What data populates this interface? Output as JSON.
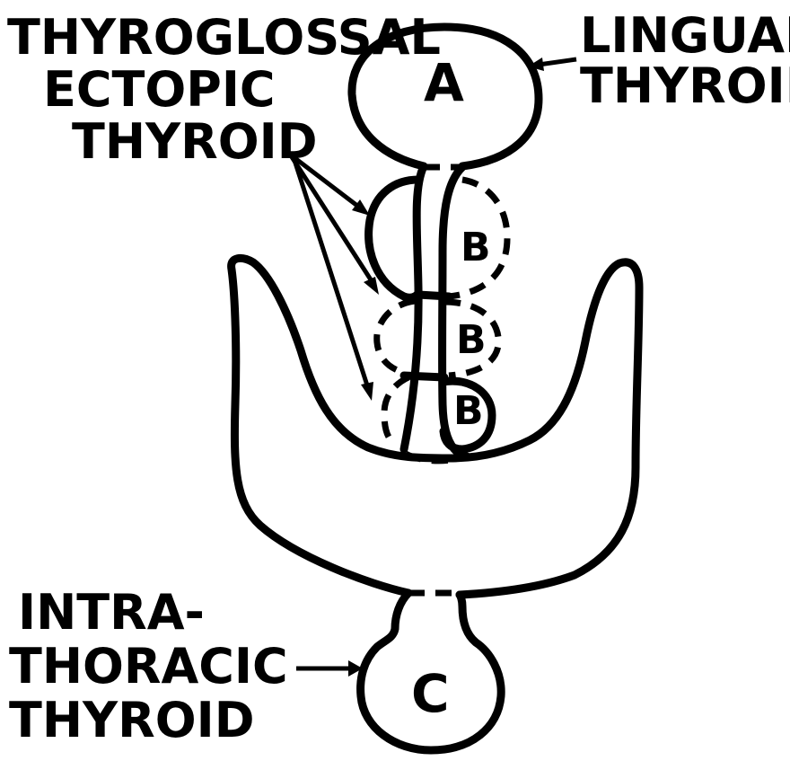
{
  "labels": {
    "thyroglossal": [
      "THYROGLOSSAL",
      "ECTOPIC",
      "THYROID"
    ],
    "lingual": [
      "LINGUAL",
      "THYROID"
    ],
    "intrathoracic": [
      "INTRA-",
      "THORACIC",
      "THYROID"
    ]
  },
  "letters": {
    "a": "A",
    "b1": "B",
    "b2": "B",
    "b3": "B",
    "c": "C"
  }
}
